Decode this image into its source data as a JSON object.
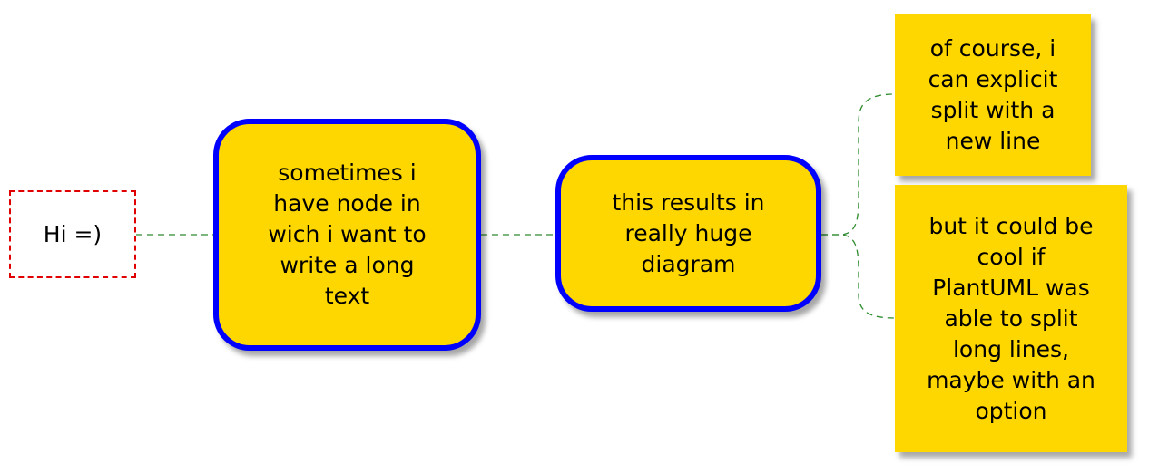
{
  "diagram": {
    "type": "mindmap",
    "nodes": {
      "root": {
        "label": "Hi =)"
      },
      "long_text": {
        "label": "sometimes i\nhave node in\nwich i want to\nwrite a long\ntext"
      },
      "huge_diagram": {
        "label": "this results in\nreally huge\ndiagram"
      },
      "explicit_split": {
        "label": "of course, i\ncan explicit\nsplit with a\nnew line"
      },
      "auto_split": {
        "label": "but it could be\ncool if\nPlantUML was\nable to split\nlong lines,\nmaybe with an\noption"
      }
    },
    "edges": [
      {
        "from": "root",
        "to": "long_text"
      },
      {
        "from": "long_text",
        "to": "huge_diagram"
      },
      {
        "from": "huge_diagram",
        "to": "explicit_split"
      },
      {
        "from": "huge_diagram",
        "to": "auto_split"
      }
    ],
    "colors": {
      "node_fill": "#ffd700",
      "node_border": "#0000ff",
      "root_border": "#e00000",
      "edge": "#2e8b2e"
    }
  }
}
